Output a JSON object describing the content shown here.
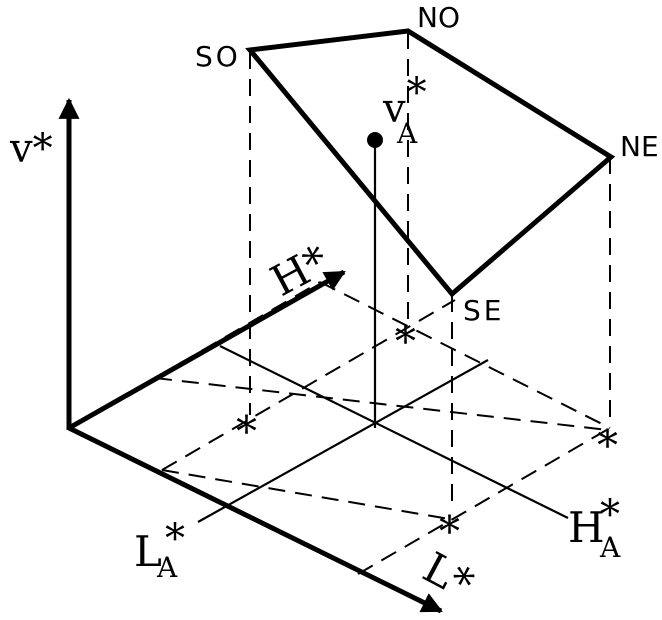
{
  "axes": {
    "v": "v*",
    "h": "H*",
    "l": "L*"
  },
  "point": {
    "label_main": "v",
    "label_sup": "*",
    "label_sub": "A"
  },
  "reference_lines": {
    "h_a": {
      "main": "H",
      "sup": "*",
      "sub": "A"
    },
    "l_a": {
      "main": "L",
      "sup": "*",
      "sub": "A"
    }
  },
  "corners": {
    "so": "SO",
    "no": "NO",
    "ne": "NE",
    "se": "SE"
  },
  "projection_marks": {
    "so": "*",
    "no": "*",
    "ne": "*",
    "se": "*"
  }
}
